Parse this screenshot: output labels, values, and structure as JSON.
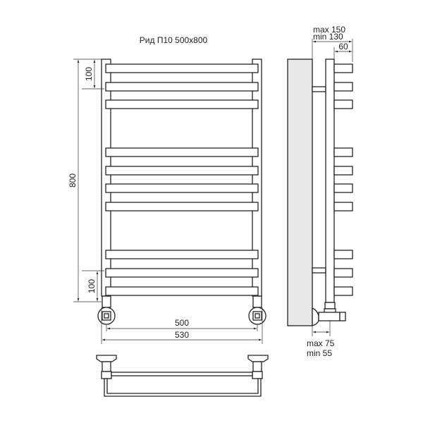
{
  "title": "Рид П10 500x800",
  "front_view": {
    "height_dim": "800",
    "top_offset_dim": "100",
    "bottom_offset_dim": "100",
    "inner_width_dim": "500",
    "outer_width_dim": "530"
  },
  "side_view": {
    "wall_distance_max": "max 150",
    "wall_distance_min": "min 130",
    "bar_depth_dim": "60",
    "valve_distance_max": "max 75",
    "valve_distance_min": "min 55"
  },
  "colors": {
    "line": "#222222",
    "wall": "#e8e8e8"
  }
}
